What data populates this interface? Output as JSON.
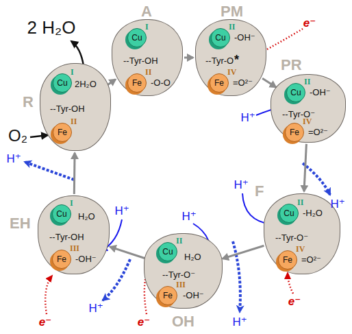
{
  "diagram": {
    "nodes": [
      {
        "text": [
          "R",
          "2H₂O",
          "--Tyr-OH"
        ]
      },
      {
        "text": [
          "Cu",
          "I"
        ],
        "in": 0
      },
      {
        "text": [
          "Fe",
          "II"
        ],
        "in": 0
      },
      {
        "text": [
          "A",
          "--Tyr-OH",
          "-O-O"
        ]
      },
      {
        "text": [
          "Cu",
          "I"
        ],
        "in": 3
      },
      {
        "text": [
          "Fe",
          "II"
        ],
        "in": 3
      },
      {
        "text": [
          "PM",
          "-OH⁻",
          "--Tyr-O",
          "*",
          "=O²⁻"
        ]
      },
      {
        "text": [
          "Cu",
          "II"
        ],
        "in": 6
      },
      {
        "text": [
          "Fe",
          "IV"
        ],
        "in": 6
      },
      {
        "text": [
          "PR",
          "-OH⁻",
          "--Tyr-O⁻",
          "=O²⁻"
        ]
      },
      {
        "text": [
          "Cu",
          "II"
        ],
        "in": 9
      },
      {
        "text": [
          "Fe",
          "IV"
        ],
        "in": 9
      },
      {
        "text": [
          "F",
          "-H₂O",
          "--Tyr-O⁻",
          "=O²⁻"
        ]
      },
      {
        "text": [
          "Cu",
          "II"
        ],
        "in": 12
      },
      {
        "text": [
          "Fe",
          "IV"
        ],
        "in": 12
      },
      {
        "text": [
          "OH",
          "H₂O",
          "--Tyr-O⁻",
          "-OH⁻"
        ]
      },
      {
        "text": [
          "Cu",
          "II"
        ],
        "in": 15
      },
      {
        "text": [
          "Fe",
          "III"
        ],
        "in": 15
      },
      {
        "text": [
          "EH",
          "H₂O",
          "--Tyr-OH",
          "-OH⁻"
        ]
      },
      {
        "text": [
          "Cu",
          "I"
        ],
        "in": 18
      },
      {
        "text": [
          "Fe",
          "III"
        ],
        "in": 18
      }
    ],
    "edges": [
      {
        "from": 0,
        "to": 3,
        "arrow": "to"
      },
      {
        "from": 3,
        "to": 6,
        "arrow": "to"
      },
      {
        "from": 6,
        "to": 9,
        "arrow": "to"
      },
      {
        "from": 9,
        "to": 12,
        "arrow": "to"
      },
      {
        "from": 12,
        "to": 15,
        "arrow": "to"
      },
      {
        "from": 15,
        "to": 18,
        "arrow": "to"
      },
      {
        "from": 18,
        "to": 0,
        "arrow": "to"
      }
    ],
    "labels": [
      "2 H₂O",
      "O₂",
      "e⁻",
      "H⁺",
      "H⁺",
      "H⁺",
      "H⁺",
      "H⁺",
      "e⁻",
      "H⁺",
      "e⁻",
      "H⁺",
      "e⁻",
      "H⁺"
    ]
  }
}
